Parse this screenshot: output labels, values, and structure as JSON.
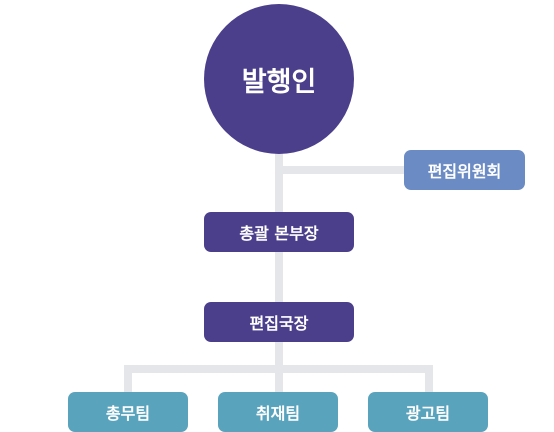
{
  "chart": {
    "root": "발행인",
    "committee": "편집위원회",
    "general_manager": "총괄 본부장",
    "chief_editor": "편집국장",
    "teams": [
      "총무팀",
      "취재팀",
      "광고팀"
    ]
  },
  "colors": {
    "root": "#4b3f8c",
    "executive": "#4b3f8c",
    "committee": "#6b8bc4",
    "team": "#5aa3bd",
    "connector": "#e4e6ea"
  }
}
